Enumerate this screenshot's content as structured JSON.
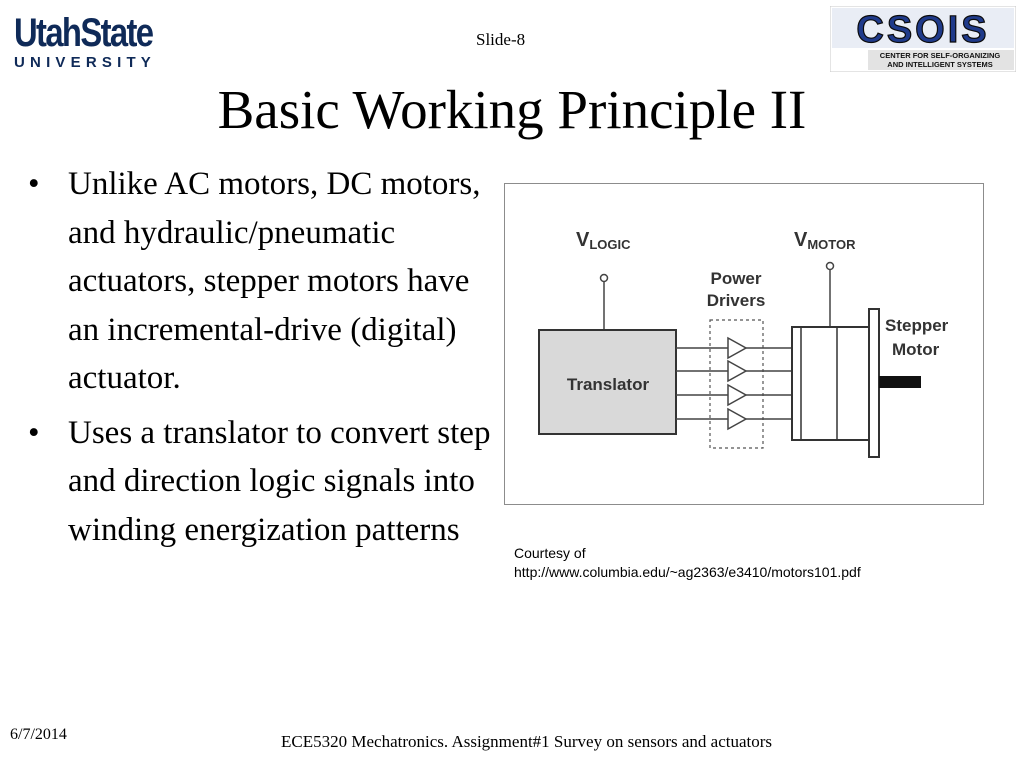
{
  "header": {
    "left_logo": {
      "line1": "UtahState",
      "line2": "UNIVERSITY"
    },
    "right_logo": {
      "name": "CSOIS",
      "line1": "CENTER FOR SELF-ORGANIZING",
      "line2": "AND INTELLIGENT SYSTEMS"
    },
    "slide_number": "Slide-8"
  },
  "title": "Basic Working Principle II",
  "bullets": [
    {
      "text": "Unlike AC motors, DC motors, and hydraulic/pneumatic actuators, stepper motors have an incremental-drive (digital) actuator."
    },
    {
      "text": "Uses a translator to convert step and direction logic signals into winding energization patterns"
    }
  ],
  "bullet_symbol": "•",
  "figure": {
    "v_logic": {
      "main": "V",
      "sub": "LOGIC"
    },
    "v_motor": {
      "main": "V",
      "sub": "MOTOR"
    },
    "power_drivers": [
      "Power",
      "Drivers"
    ],
    "translator": "Translator",
    "stepper_motor": [
      "Stepper",
      "Motor"
    ]
  },
  "courtesy": {
    "line1": "Courtesy of",
    "line2": "http://www.columbia.edu/~ag2363/e3410/motors101.pdf"
  },
  "footer": {
    "date": "6/7/2014",
    "text": "ECE5320 Mechatronics. Assignment#1 Survey on sensors and actuators"
  },
  "colors": {
    "usu_navy": "#0f2a58",
    "csois_blue": "#1f3a8a",
    "translator_fill": "#d9d9d9"
  }
}
